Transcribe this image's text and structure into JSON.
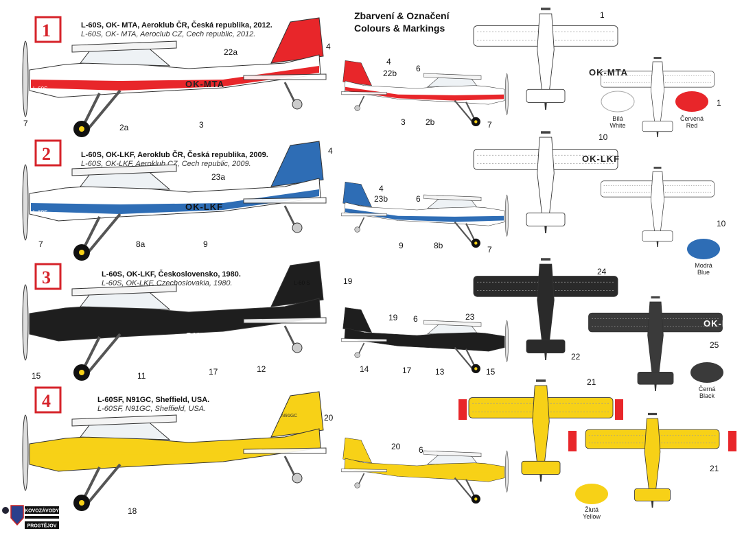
{
  "heading": {
    "cz": "Zbarvení & Označení",
    "en": "Colours & Markings"
  },
  "schemes": [
    {
      "number": "1",
      "title": "L-60S, OK- MTA, Aeroklub ČR, Česká republika, 2012.",
      "subtitle": "L-60S, OK- MTA, Aeroclub CZ, Cech republic, 2012.",
      "registration": "OK-MTA",
      "nose_code": "L-60S",
      "body": "#ffffff",
      "accent": "#e8262a",
      "callouts": [
        "22a",
        "4",
        "7",
        "2a",
        "3",
        "4",
        "22b",
        "6",
        "3",
        "2b",
        "7",
        "1",
        "1"
      ]
    },
    {
      "number": "2",
      "title": "L-60S, OK-LKF, Aeroklub ČR, Česká republika, 2009.",
      "subtitle": "L-60S, OK-LKF, Aeroklub CZ, Cech republic, 2009.",
      "registration": "OK-LKF",
      "nose_code": "L-60S",
      "body": "#ffffff",
      "accent": "#2e6db5",
      "callouts": [
        "4",
        "23a",
        "7",
        "8a",
        "9",
        "4",
        "23b",
        "6",
        "9",
        "8b",
        "7",
        "10",
        "10"
      ]
    },
    {
      "number": "3",
      "title": "L-60S, OK-LKF, Československo, 1980.",
      "subtitle": "L-60S, OK-LKF, Czechoslovakia, 1980.",
      "registration": "OK-LKH",
      "tail_code": "L-60 S",
      "body": "#1e1e1e",
      "accent": "#1e1e1e",
      "callouts": [
        "19",
        "15",
        "11",
        "17",
        "12",
        "19",
        "6",
        "14",
        "17",
        "13",
        "15",
        "24",
        "23",
        "22",
        "25"
      ]
    },
    {
      "number": "4",
      "title": "L-60SF, N91GC, Sheffield, USA.",
      "subtitle": "L-60SF, N91GC, Sheffield, USA.",
      "registration": "N91GC",
      "body": "#f7d117",
      "accent": "#f7d117",
      "callouts": [
        "20",
        "18",
        "20",
        "6",
        "21",
        "21"
      ]
    }
  ],
  "swatches": [
    {
      "cz": "Bílá",
      "en": "White",
      "color": "#ffffff"
    },
    {
      "cz": "Červená",
      "en": "Red",
      "color": "#e8262a"
    },
    {
      "cz": "Modrá",
      "en": "Blue",
      "color": "#2e6db5"
    },
    {
      "cz": "Černá",
      "en": "Black",
      "color": "#3a3a3a"
    },
    {
      "cz": "Žlutá",
      "en": "Yellow",
      "color": "#f7d117"
    }
  ],
  "logo": {
    "line1": "KOVOZÁVODY",
    "line2": "PROSTĚJOV"
  }
}
